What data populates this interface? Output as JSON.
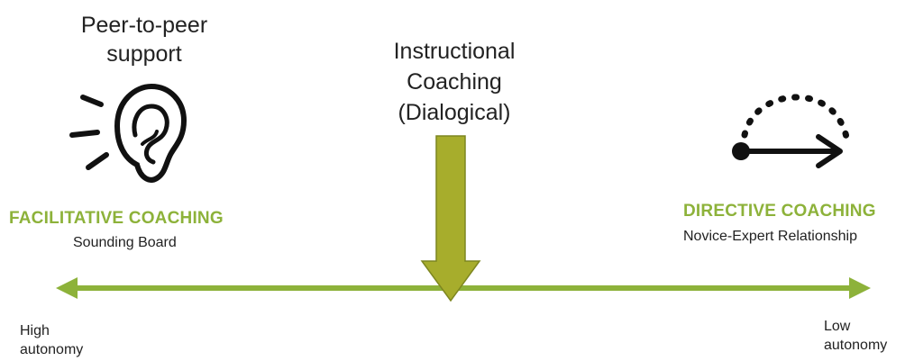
{
  "peer": {
    "line1": "Peer-to-peer",
    "line2": "support"
  },
  "instructional": {
    "line1": "Instructional",
    "line2": "Coaching",
    "line3": "(Dialogical)"
  },
  "facilitative": {
    "heading": "FACILITATIVE COACHING",
    "subtitle": "Sounding Board"
  },
  "directive": {
    "heading": "DIRECTIVE COACHING",
    "subtitle": "Novice-Expert Relationship"
  },
  "scale": {
    "left_line1": "High",
    "left_line2": "autonomy",
    "right_line1": "Low",
    "right_line2": "autonomy"
  },
  "colors": {
    "accent": "#8db23a",
    "arrow_fill": "#a7ad2c",
    "arrow_stroke": "#7d8620",
    "icon": "#111111"
  },
  "icons": {
    "left": "listening-ear-icon",
    "right": "directive-arrow-icon"
  }
}
